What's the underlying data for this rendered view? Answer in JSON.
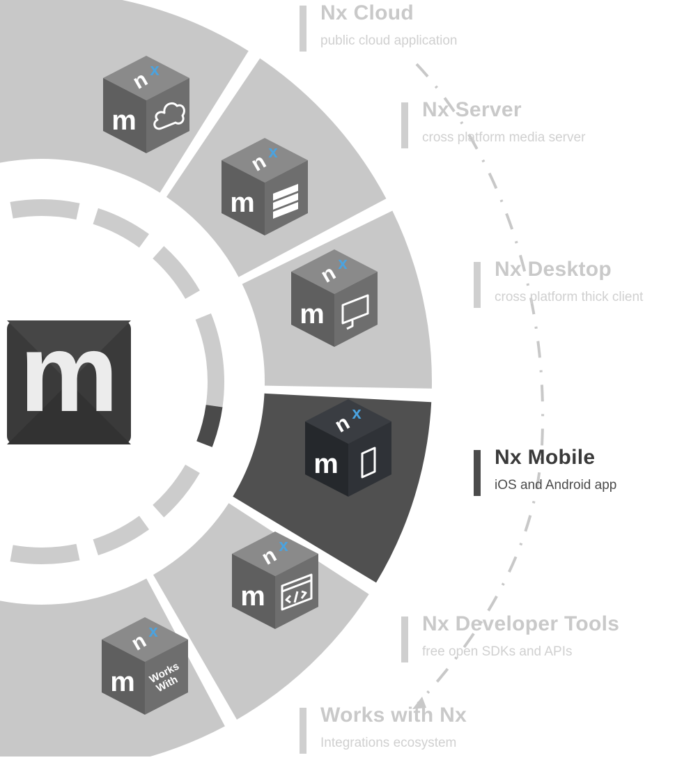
{
  "products": [
    {
      "title": "Nx Cloud",
      "subtitle": "public cloud application",
      "icon": "cloud-icon",
      "active": false
    },
    {
      "title": "Nx Server",
      "subtitle": "cross platform media server",
      "icon": "server-icon",
      "active": false
    },
    {
      "title": "Nx Desktop",
      "subtitle": "cross platform thick client",
      "icon": "monitor-icon",
      "active": false
    },
    {
      "title": "Nx Mobile",
      "subtitle": "iOS and Android app",
      "icon": "phone-icon",
      "active": true
    },
    {
      "title": "Nx Developer Tools",
      "subtitle": "free open SDKs and APIs",
      "icon": "code-window-icon",
      "active": false
    },
    {
      "title": "Works with Nx",
      "subtitle": "Integrations ecosystem",
      "icon": "works-with-icon",
      "active": false
    }
  ],
  "center_logo": {
    "letter": "m"
  },
  "cube_labels": {
    "x": "x",
    "n": "n",
    "m": "m",
    "works": "Works",
    "with": "With"
  },
  "colors": {
    "segment_light": "#c8c8c8",
    "segment_active": "#505050",
    "cube_body": "#6e6e6e",
    "cube_active": "#2f3237",
    "accent_blue": "#4aa3e0",
    "logo_bg": "#3a3a3a"
  }
}
